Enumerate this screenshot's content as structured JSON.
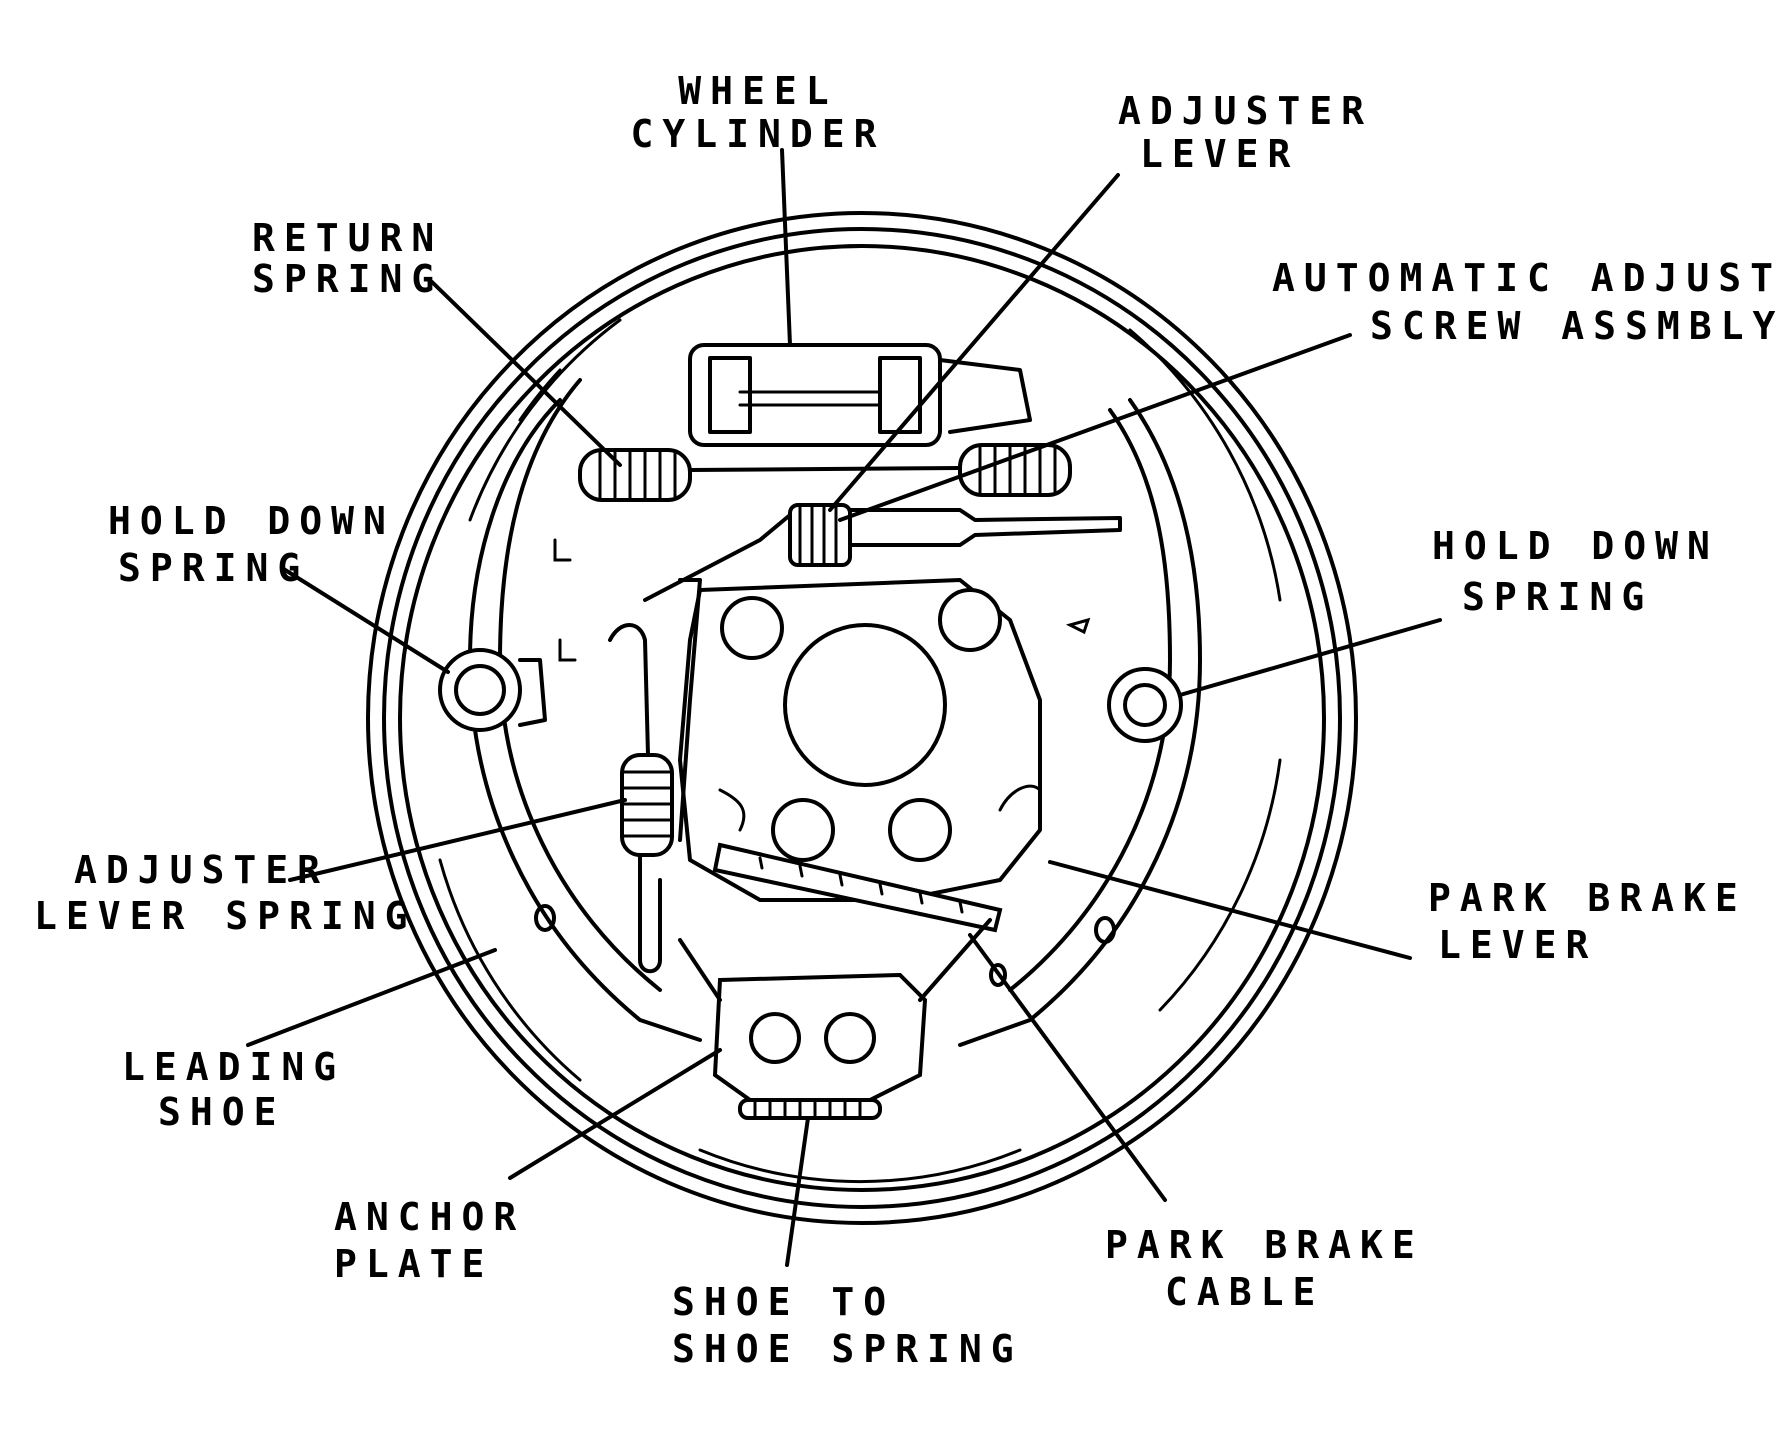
{
  "labels": {
    "wheel_cylinder": [
      "WHEEL",
      "CYLINDER"
    ],
    "adjuster_lever": [
      "ADJUSTER",
      "LEVER"
    ],
    "return_spring": [
      "RETURN",
      "SPRING"
    ],
    "automatic_adjuster_screw": [
      "AUTOMATIC ADJUSTER",
      "SCREW ASSMBLY"
    ],
    "hold_down_spring_left": [
      "HOLD DOWN",
      "SPRING"
    ],
    "hold_down_spring_right": [
      "HOLD DOWN",
      "SPRING"
    ],
    "adjuster_lever_spring": [
      "ADJUSTER",
      "LEVER SPRING"
    ],
    "park_brake_lever": [
      "PARK BRAKE",
      "LEVER"
    ],
    "leading_shoe": [
      "LEADING",
      "SHOE"
    ],
    "anchor_plate": [
      "ANCHOR",
      "PLATE"
    ],
    "park_brake_cable": [
      "PARK BRAKE",
      "CABLE"
    ],
    "shoe_to_shoe_spring": [
      "SHOE TO",
      "SHOE SPRING"
    ]
  }
}
